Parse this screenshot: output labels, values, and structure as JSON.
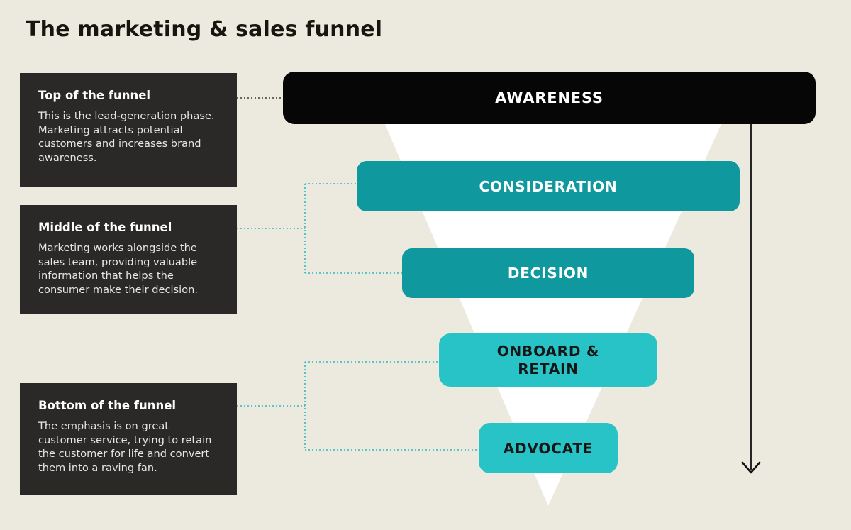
{
  "page": {
    "title": "The marketing & sales funnel"
  },
  "palette": {
    "background": "#ece9de",
    "annotation_panel": "#2b2927",
    "stage_awareness": "#060606",
    "stage_teal": "#0f989e",
    "stage_cyan": "#27c3c7",
    "connector_teal": "#2fb9bd",
    "connector_dark": "#3c3c3a",
    "funnel_triangle": "#ffffff",
    "arrow": "#111111"
  },
  "annotations": [
    {
      "heading": "Top of the funnel",
      "body": "This is the lead-generation phase. Marketing attracts potential customers and increases brand awareness."
    },
    {
      "heading": "Middle of the funnel",
      "body": "Marketing works alongside the sales team, providing valuable information that helps the consumer make their decision."
    },
    {
      "heading": "Bottom of the funnel",
      "body": "The emphasis is on great customer service, trying to retain the customer for life and convert them into a raving fan."
    }
  ],
  "funnel": {
    "stages": [
      {
        "label": "AWARENESS"
      },
      {
        "label": "CONSIDERATION"
      },
      {
        "label": "DECISION"
      },
      {
        "label": "ONBOARD & RETAIN"
      },
      {
        "label": "ADVOCATE"
      }
    ]
  }
}
